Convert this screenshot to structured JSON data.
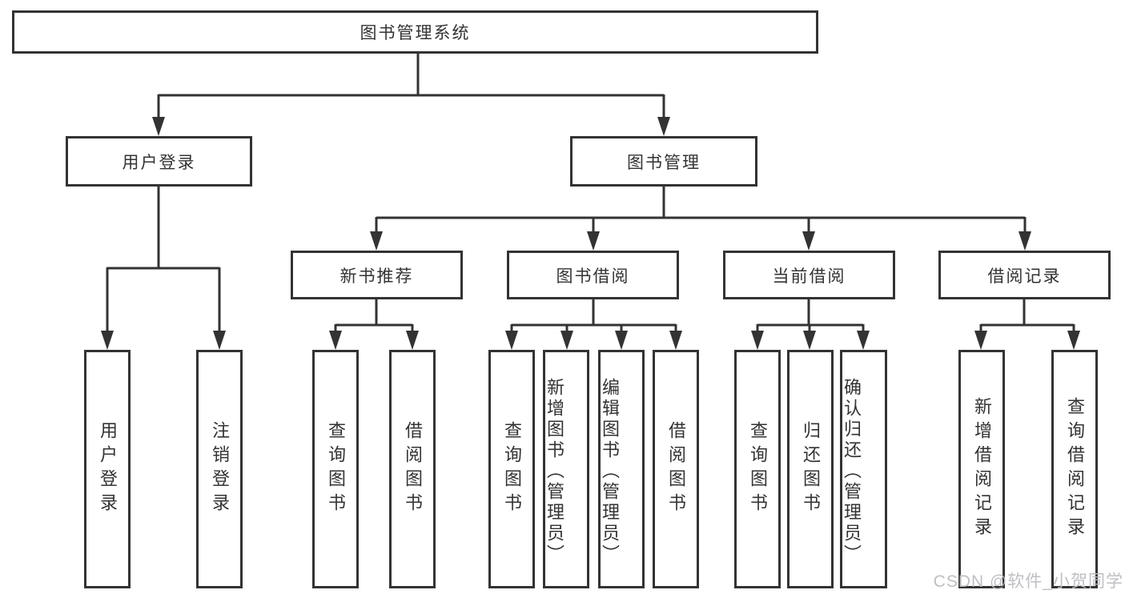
{
  "tree": {
    "label": "图书管理系统",
    "children": [
      {
        "label": "用户登录",
        "children": [
          {
            "label": "用户登录"
          },
          {
            "label": "注销登录"
          }
        ]
      },
      {
        "label": "图书管理",
        "children": [
          {
            "label": "新书推荐",
            "children": [
              {
                "label": "查询图书"
              },
              {
                "label": "借阅图书"
              }
            ]
          },
          {
            "label": "图书借阅",
            "children": [
              {
                "label": "查询图书"
              },
              {
                "label": "新增图书（管理员）"
              },
              {
                "label": "编辑图书（管理员）"
              },
              {
                "label": "借阅图书"
              }
            ]
          },
          {
            "label": "当前借阅",
            "children": [
              {
                "label": "查询图书"
              },
              {
                "label": "归还图书"
              },
              {
                "label": "确认归还（管理员）"
              }
            ]
          },
          {
            "label": "借阅记录",
            "children": [
              {
                "label": "新增借阅记录"
              },
              {
                "label": "查询借阅记录"
              }
            ]
          }
        ]
      }
    ]
  },
  "watermark": {
    "text": "CSDN @软件_小贺同学"
  },
  "colors": {
    "line": "#333333",
    "text": "#333333",
    "background": "#ffffff",
    "watermark": "#bcbcc1"
  }
}
